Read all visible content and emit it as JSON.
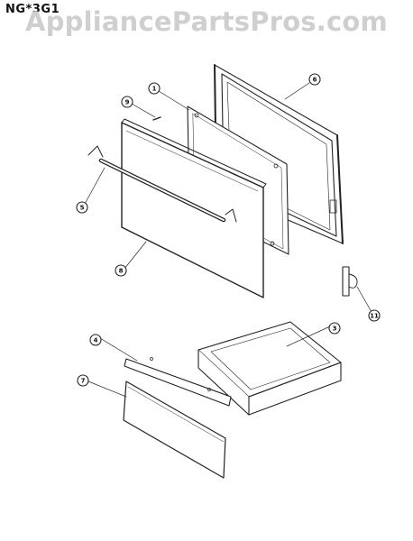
{
  "header": {
    "model": "NG*3G1"
  },
  "watermark": {
    "text": "AppliancePartsPros.com"
  },
  "callouts": [
    "1",
    "6",
    "9",
    "5",
    "8",
    "11",
    "3",
    "4",
    "7"
  ]
}
